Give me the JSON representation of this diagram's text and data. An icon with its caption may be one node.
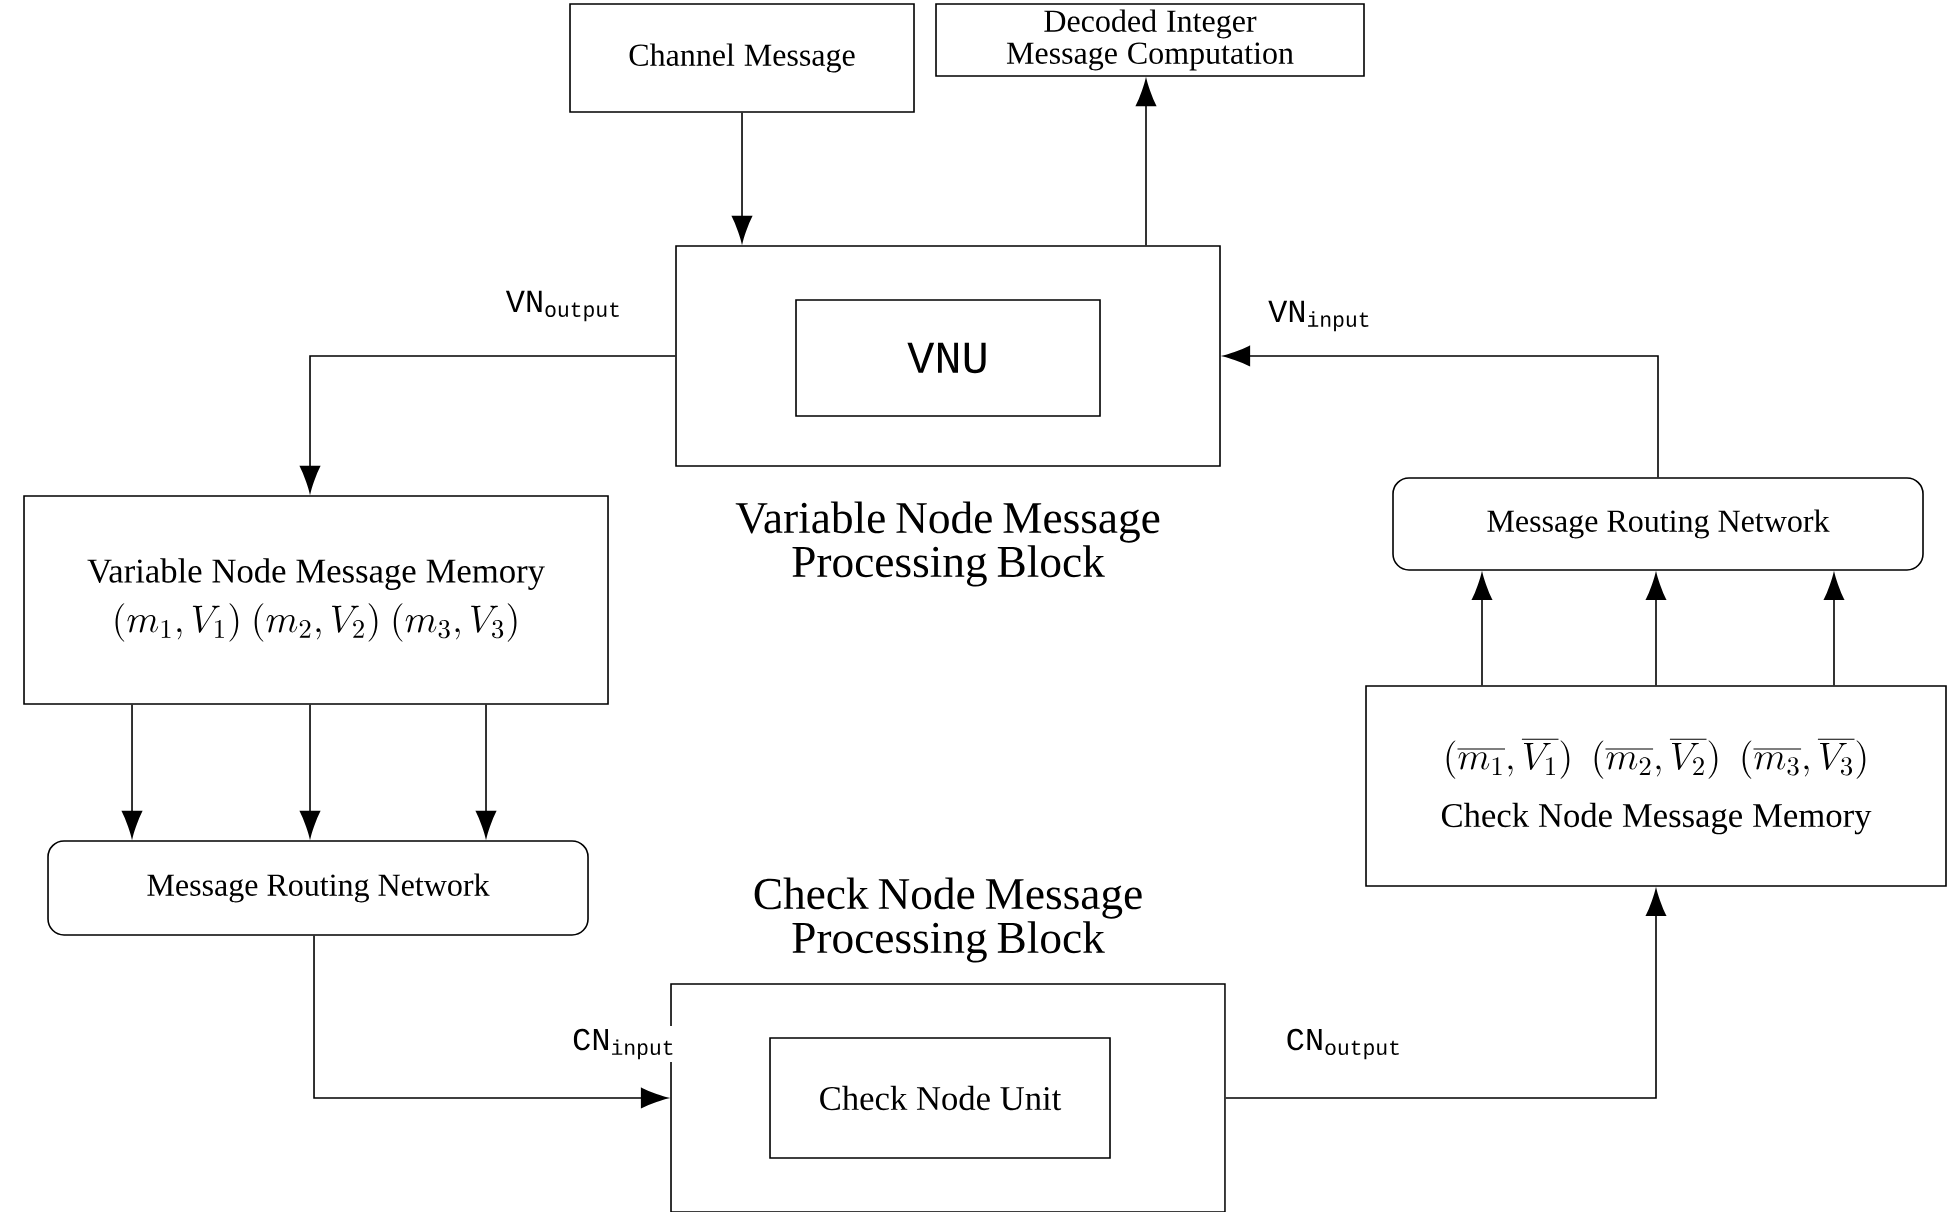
{
  "diagram": {
    "nodes": [
      {
        "text": [
          "Channel Message"
        ]
      },
      {
        "text": [
          "Decoded Integer Message Computation"
        ]
      },
      {
        "text": [
          "Variable Node Message Processing Block"
        ]
      },
      {
        "text": [
          "VNU"
        ],
        "in": 2
      },
      {
        "text": [
          "Variable Node Message Memory",
          "(m_1, V_1)",
          "(m_2, V_2)",
          "(m_3, V_3)"
        ]
      },
      {
        "text": [
          "Message Routing Network"
        ]
      },
      {
        "text": [
          "Check Node Message Processing Block"
        ]
      },
      {
        "text": [
          "Check Node Unit"
        ],
        "in": 6
      },
      {
        "text": [
          "(\\overline{m_1}, \\overline{V_1})",
          "(\\overline{m_2}, \\overline{V_2})",
          "(\\overline{m_3}, \\overline{V_3})",
          "Check Node Message Memory"
        ]
      },
      {
        "text": [
          "Message Routing Network"
        ]
      }
    ],
    "edges": [
      {
        "from": 0,
        "to": 2,
        "arrow": "to"
      },
      {
        "from": 2,
        "to": 1,
        "arrow": "to"
      },
      {
        "from": 2,
        "to": 4,
        "arrow": "to",
        "label": "VN$_{output}$"
      },
      {
        "from": 4,
        "to": 5,
        "arrow": "to"
      },
      {
        "from": 4,
        "to": 5,
        "arrow": "to"
      },
      {
        "from": 4,
        "to": 5,
        "arrow": "to"
      },
      {
        "from": 5,
        "to": 6,
        "arrow": "to",
        "label": "CN$_{input}$"
      },
      {
        "from": 6,
        "to": 8,
        "arrow": "to",
        "label": "CN$_{output}$"
      },
      {
        "from": 8,
        "to": 9,
        "arrow": "to"
      },
      {
        "from": 8,
        "to": 9,
        "arrow": "to"
      },
      {
        "from": 8,
        "to": 9,
        "arrow": "to"
      },
      {
        "from": 9,
        "to": 2,
        "arrow": "to",
        "label": "VN$_{input}$"
      }
    ]
  }
}
